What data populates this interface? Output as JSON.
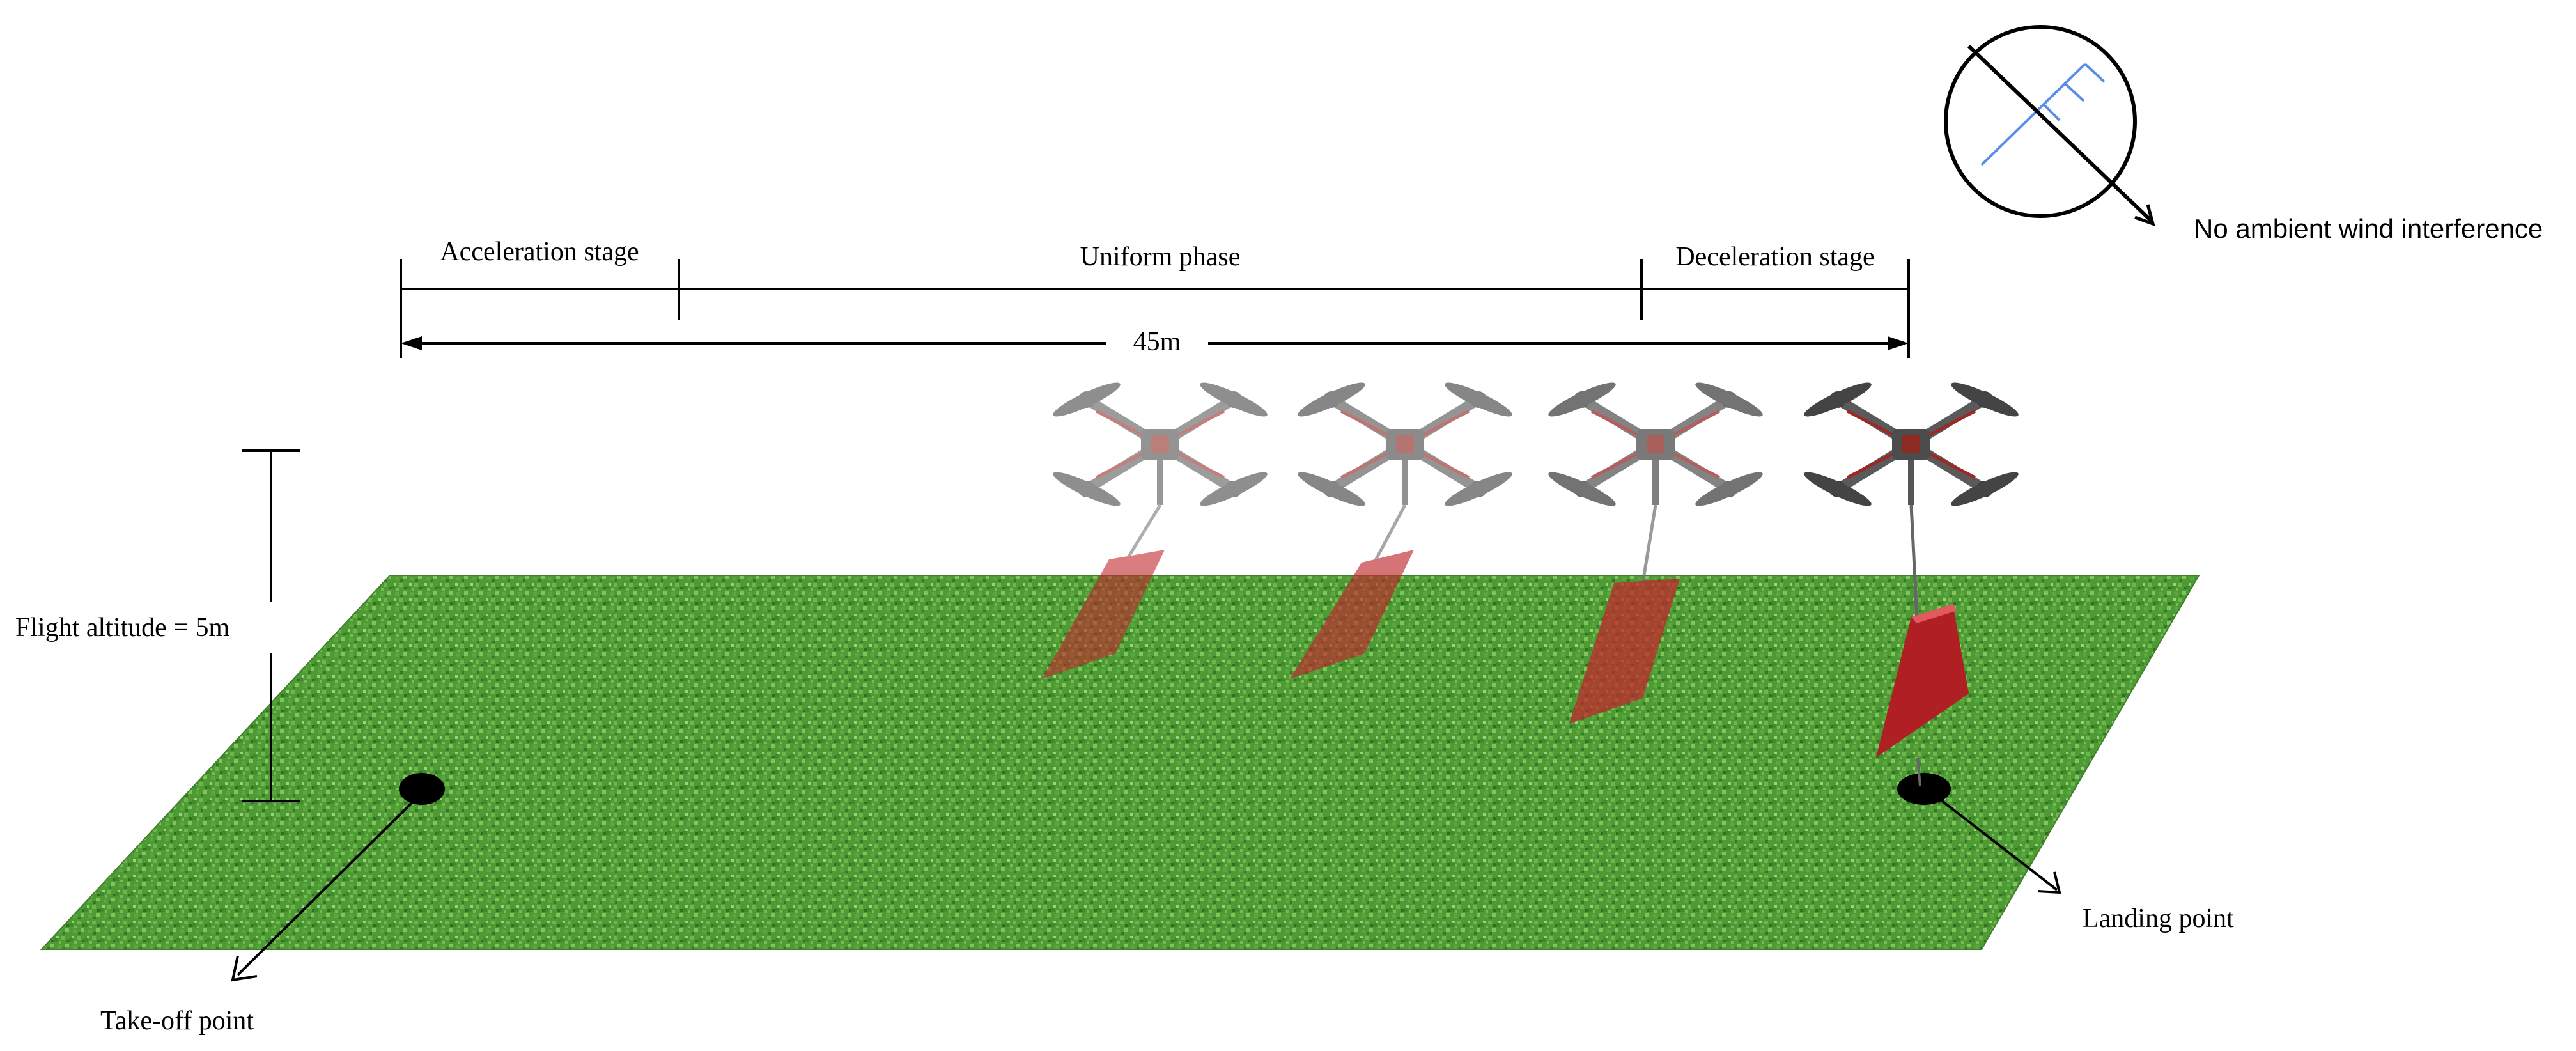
{
  "stages": {
    "acceleration_label": "Acceleration stage",
    "uniform_label": "Uniform phase",
    "deceleration_label": "Deceleration stage"
  },
  "distance_label": "45m",
  "altitude_label": "Flight altitude = 5m",
  "takeoff_label": "Take-off point",
  "landing_label": "Landing point",
  "wind_label": "No ambient wind interference",
  "icons": {
    "drone": "quadcopter-drone-icon",
    "payload": "suspended-plate-icon",
    "wind": "no-wind-icon"
  },
  "colors": {
    "grass": "#4f9a33",
    "payload": "#c0272d",
    "wind_barb": "#5b8ee6",
    "line": "#000000"
  }
}
